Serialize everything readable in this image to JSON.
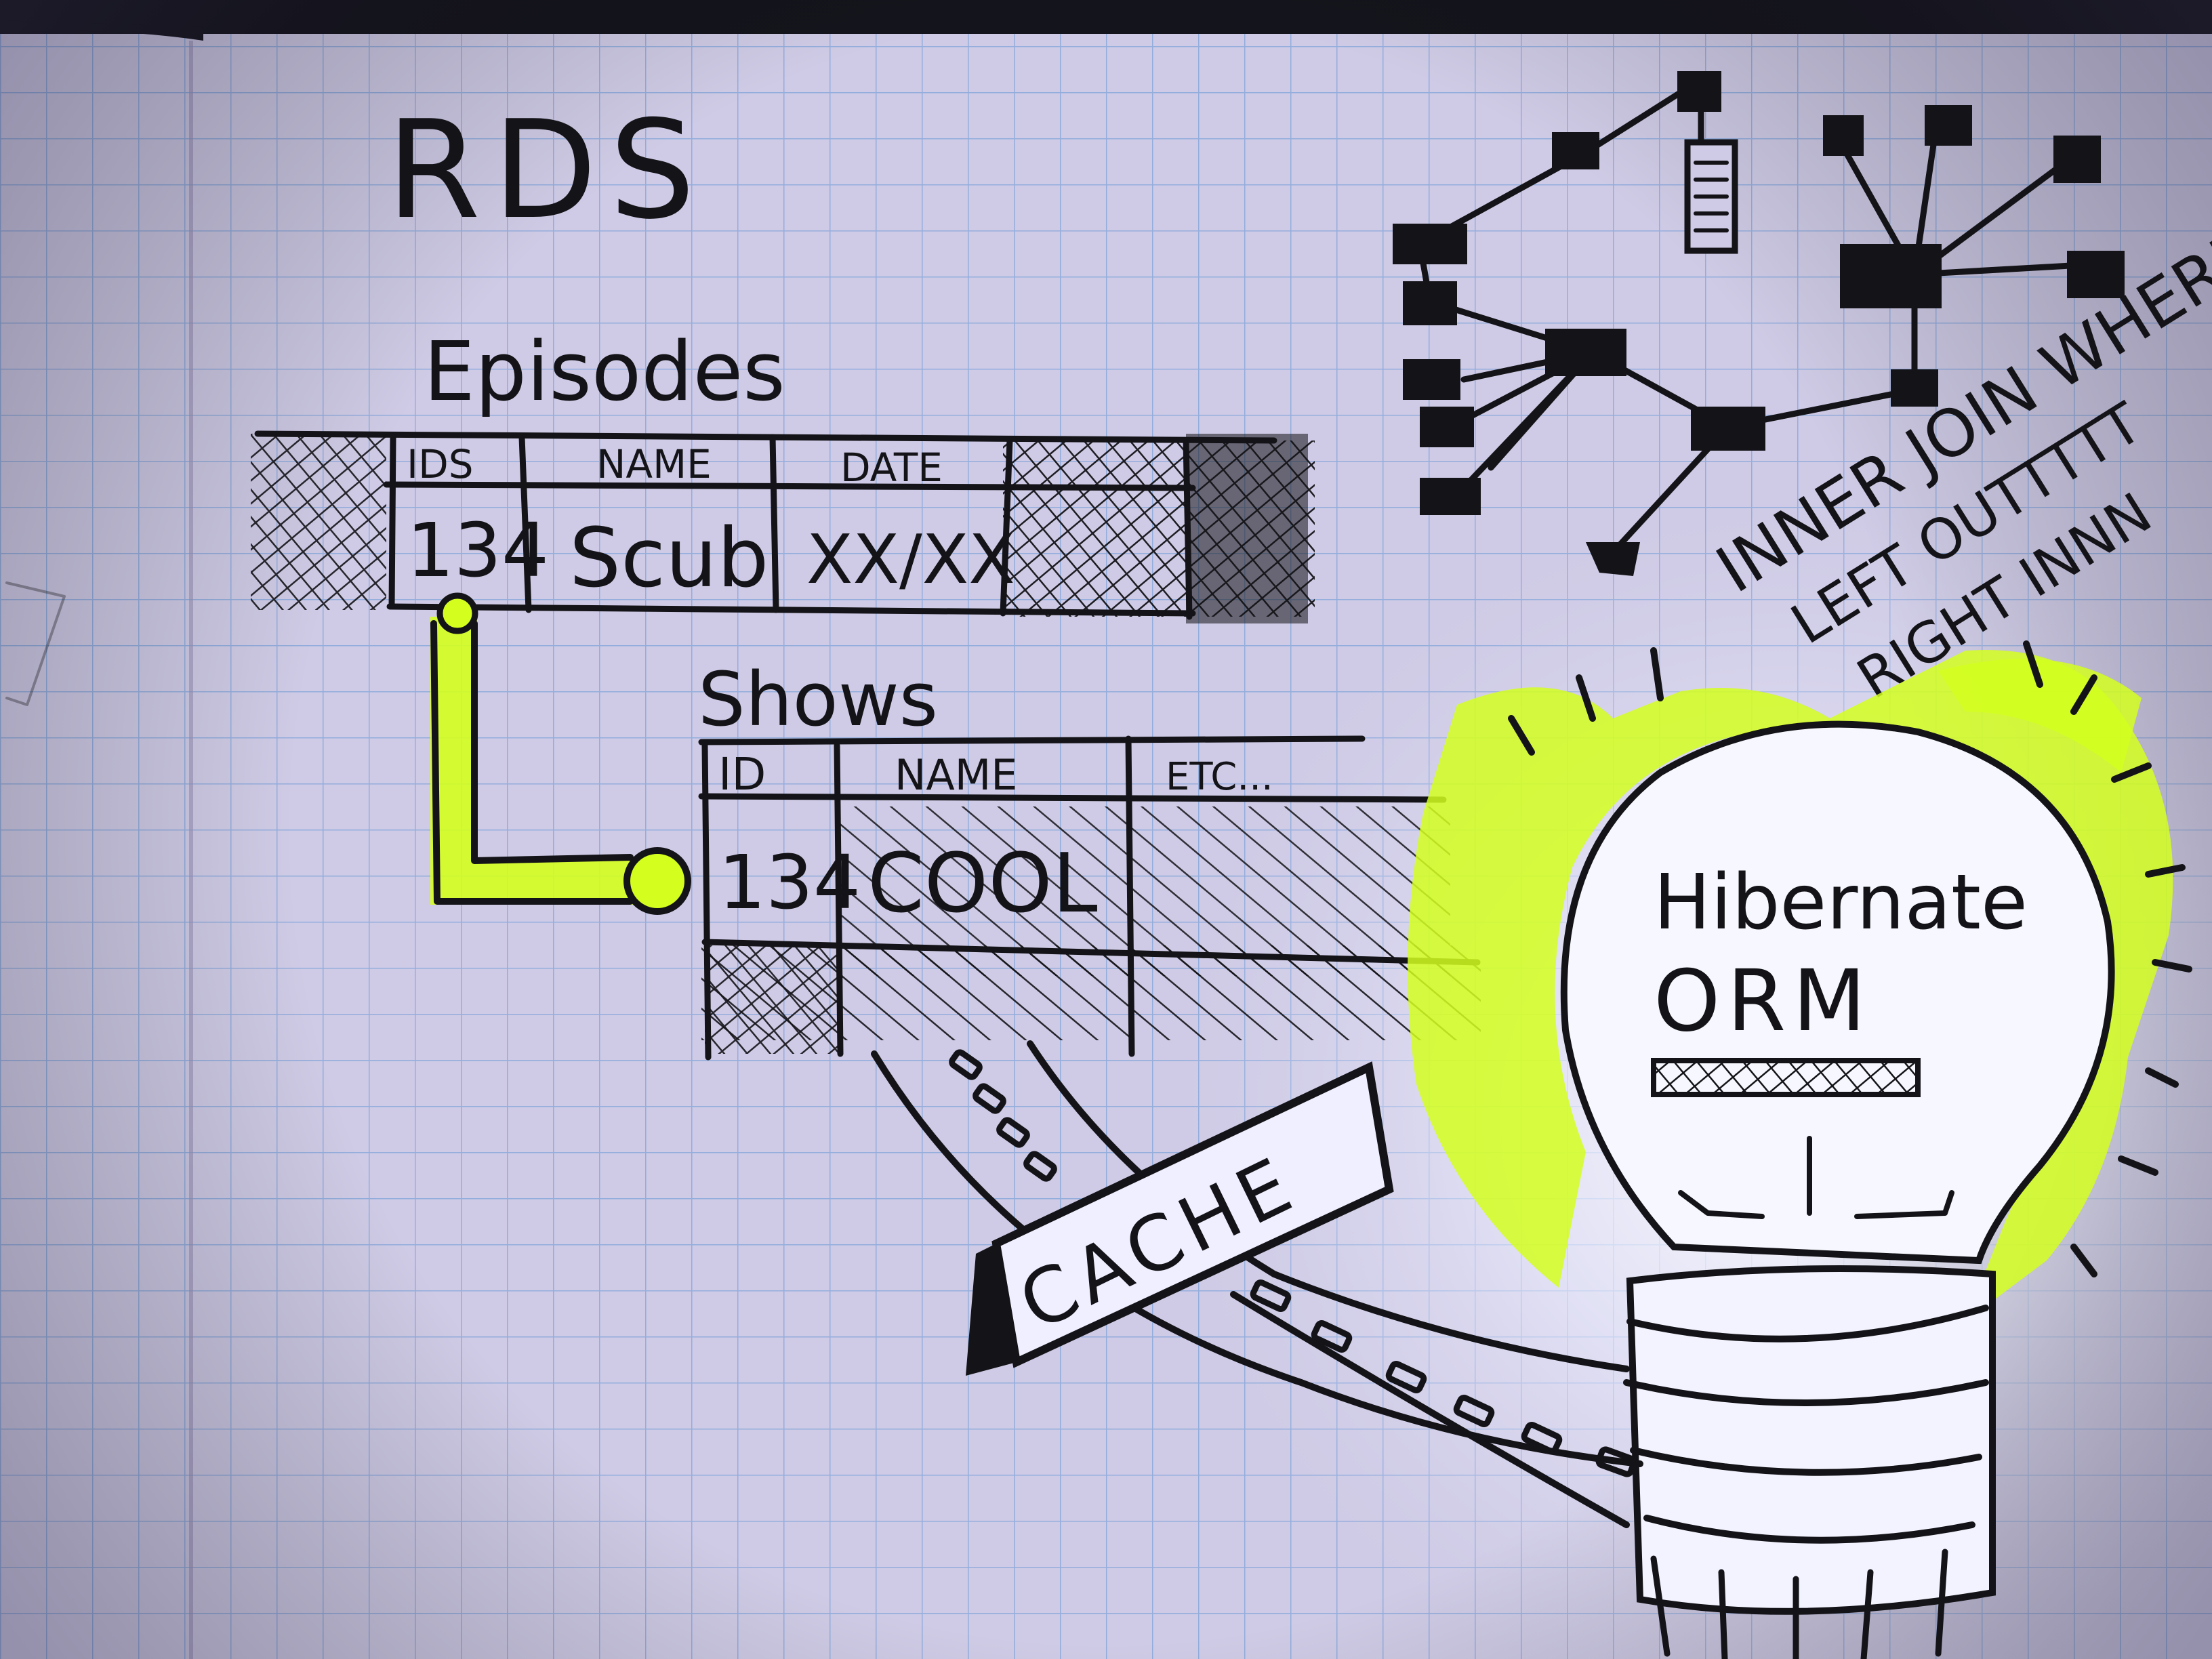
{
  "sketch": {
    "title": "RDS",
    "episodes": {
      "label": "Episodes",
      "headers": [
        "IDS",
        "NAME",
        "DATE"
      ],
      "row": [
        "134",
        "Scub",
        "XX/XX"
      ]
    },
    "shows": {
      "label": "Shows",
      "headers": [
        "ID",
        "NAME",
        "ETC..."
      ],
      "row": [
        "134",
        "COOL"
      ]
    },
    "cache_label": "CACHE",
    "joins": [
      "INNER JOIN WHERE",
      "LEFT OUTTTTT",
      "RIGHT INNN"
    ],
    "bulb": {
      "line1": "Hibernate",
      "line2": "ORM"
    }
  },
  "colors": {
    "paper": "#d9d6ee",
    "grid": "#7fa3d8",
    "ink": "#141418",
    "highlighter": "#d4ff1e",
    "bulb_glow": "#f4f6ff"
  },
  "icons": [
    "network-graph-icon",
    "lightbulb-icon",
    "server-icon"
  ]
}
